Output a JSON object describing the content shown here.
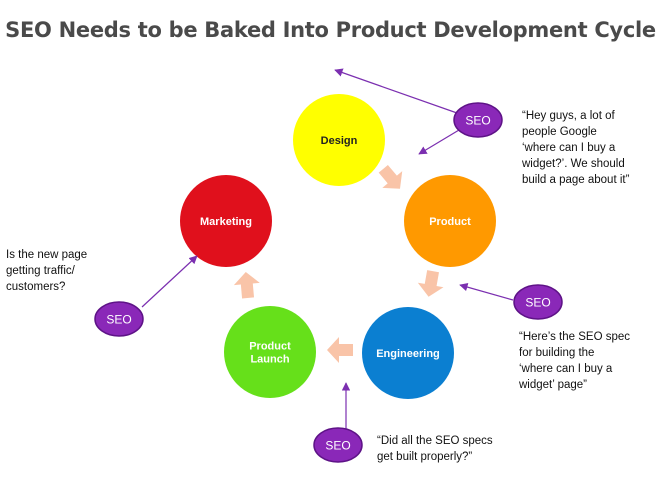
{
  "title": "SEO Needs to be Baked Into Product Development Cycle",
  "stages": [
    {
      "id": "design",
      "label": [
        "Design"
      ],
      "color": "#ffff00",
      "text_color": "#222222"
    },
    {
      "id": "product",
      "label": [
        "Product"
      ],
      "color": "#ff9900",
      "text_color": "#ffffff"
    },
    {
      "id": "engineering",
      "label": [
        "Engineering"
      ],
      "color": "#0b7fd1",
      "text_color": "#ffffff"
    },
    {
      "id": "launch",
      "label": [
        "Product",
        "Launch"
      ],
      "color": "#66e01a",
      "text_color": "#ffffff"
    },
    {
      "id": "marketing",
      "label": [
        "Marketing"
      ],
      "color": "#e0101c",
      "text_color": "#ffffff"
    }
  ],
  "seo_badge": {
    "label": "SEO",
    "color": "#8a28b8",
    "border": "#5e1387"
  },
  "arrow_color": "#f9c4a8",
  "connector_color": "#7b2fb0",
  "notes": {
    "design": [
      "“Hey guys, a lot of",
      "people Google",
      "‘where can I buy a",
      "widget?’. We should",
      "build a page about it”"
    ],
    "product": [
      "“Here’s the SEO spec",
      "for building the",
      "‘where can I buy a",
      "widget’ page”"
    ],
    "engineering": [
      "“Did all the SEO specs",
      "get built properly?”"
    ],
    "marketing": [
      "Is the new page",
      "getting traffic/",
      "customers?"
    ]
  }
}
